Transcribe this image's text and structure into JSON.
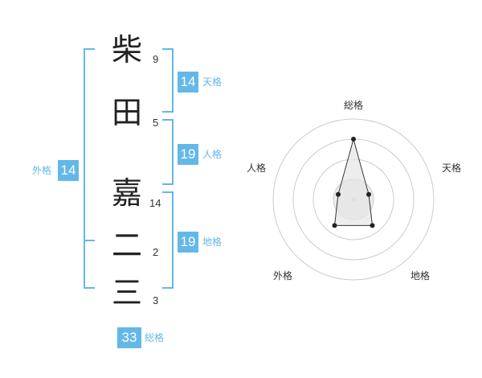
{
  "name": {
    "characters": [
      {
        "char": "柴",
        "strokes": "9"
      },
      {
        "char": "田",
        "strokes": "5"
      },
      {
        "char": "嘉",
        "strokes": "14"
      },
      {
        "char": "二",
        "strokes": "2"
      },
      {
        "char": "三",
        "strokes": "3"
      }
    ]
  },
  "fortunes": {
    "tenkaku": {
      "value": "14",
      "label": "天格"
    },
    "jinkaku": {
      "value": "19",
      "label": "人格"
    },
    "chikaku": {
      "value": "19",
      "label": "地格"
    },
    "gaikaku": {
      "value": "14",
      "label": "外格"
    },
    "soukaku": {
      "value": "33",
      "label": "総格"
    }
  },
  "radar": {
    "axes": [
      "総格",
      "天格",
      "地格",
      "外格",
      "人格"
    ],
    "rings": 4,
    "values": [
      0.75,
      0.2,
      0.4,
      0.4,
      0.2
    ],
    "line_color": "#333333",
    "fill_color": "#e5e5e5",
    "ring_color": "#cccccc"
  },
  "colors": {
    "accent": "#63b8e8"
  }
}
